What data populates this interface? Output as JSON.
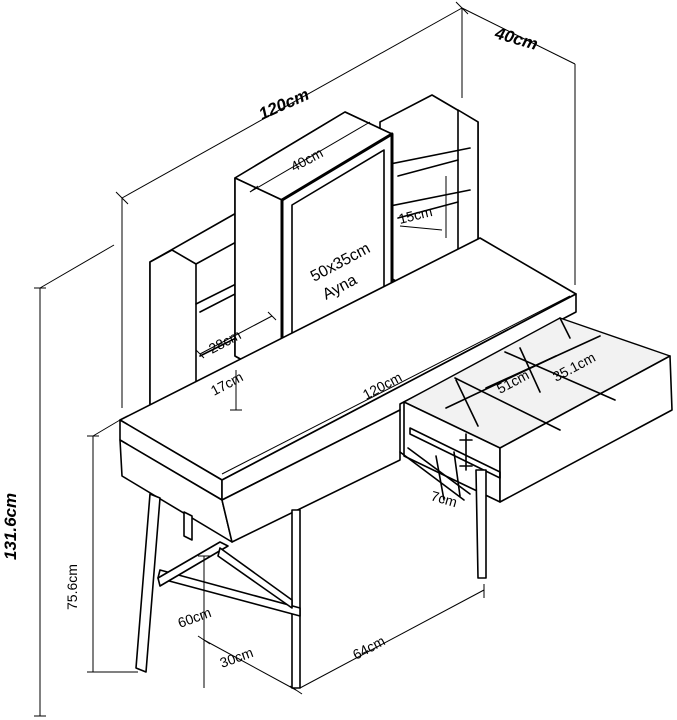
{
  "labels": {
    "depth_total": "40cm",
    "width_total": "120cm",
    "height_total": "131.6cm",
    "table_height": "75.6cm",
    "mirror_width": "40cm",
    "mirror_size": "50x35cm",
    "mirror_name": "Ayna",
    "shelf_height_right": "15cm",
    "shelf_width_left": "28cm",
    "shelf_height_left": "17cm",
    "desk_width": "120cm",
    "drawer_width": "51cm",
    "drawer_depth": "35.1cm",
    "drawer_height": "7cm",
    "leg_height": "60cm",
    "leg_depth": "30cm",
    "leg_span": "64cm"
  }
}
